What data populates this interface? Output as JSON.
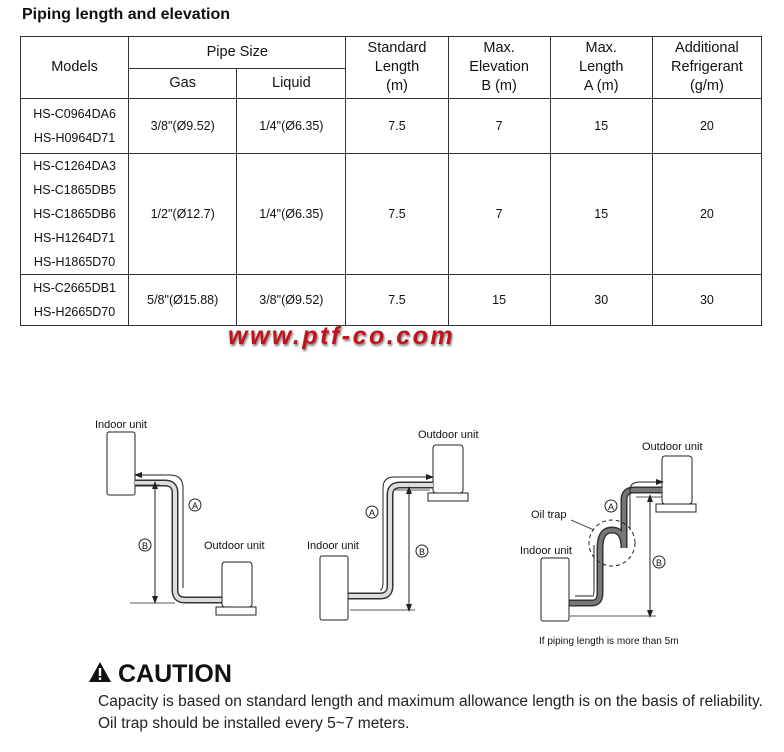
{
  "title": "Piping length and elevation",
  "table": {
    "headers": {
      "models": "Models",
      "pipe_size": "Pipe Size",
      "gas": "Gas",
      "liquid": "Liquid",
      "std_length": [
        "Standard",
        "Length",
        "(m)"
      ],
      "max_elevation": [
        "Max.",
        "Elevation",
        "B (m)"
      ],
      "max_length": [
        "Max.",
        "Length",
        "A (m)"
      ],
      "add_refrigerant": [
        "Additional",
        "Refrigerant",
        "(g/m)"
      ]
    },
    "rows": [
      {
        "models": [
          "HS-C0964DA6",
          "HS-H0964D71"
        ],
        "gas": "3/8\"(Ø9.52)",
        "liquid": "1/4\"(Ø6.35)",
        "std": "7.5",
        "elev": "7",
        "len": "15",
        "ref": "20"
      },
      {
        "models": [
          "HS-C1264DA3",
          "HS-C1865DB5",
          "HS-C1865DB6",
          "HS-H1264D71",
          "HS-H1865D70"
        ],
        "gas": "1/2\"(Ø12.7)",
        "liquid": "1/4\"(Ø6.35)",
        "std": "7.5",
        "elev": "7",
        "len": "15",
        "ref": "20"
      },
      {
        "models": [
          "HS-C2665DB1",
          "HS-H2665D70"
        ],
        "gas": "5/8\"(Ø15.88)",
        "liquid": "3/8\"(Ø9.52)",
        "std": "7.5",
        "elev": "15",
        "len": "30",
        "ref": "30"
      }
    ]
  },
  "watermark": "www.ptf-co.com",
  "diagrams": {
    "indoor_unit": "Indoor unit",
    "outdoor_unit": "Outdoor unit",
    "oil_trap": "Oil trap",
    "label_a": "A",
    "label_b": "B",
    "note": "If piping length is more than 5m"
  },
  "caution": {
    "heading": "CAUTION",
    "lines": [
      "Capacity is based on standard length and maximum allowance length is on the basis of reliability.",
      "Oil trap should be installed every 5~7 meters."
    ]
  }
}
